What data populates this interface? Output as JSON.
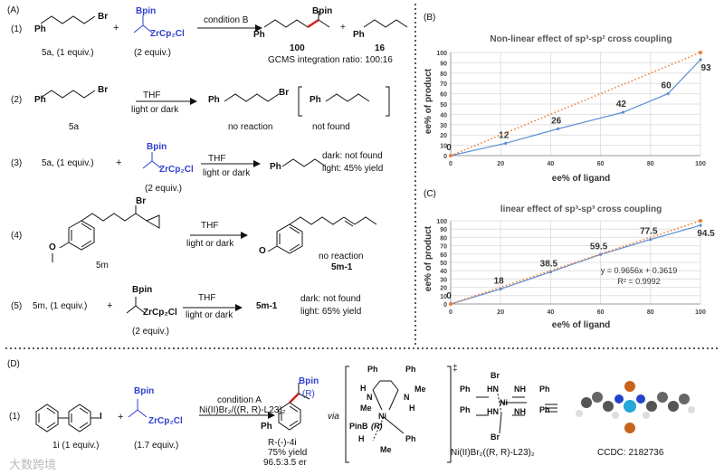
{
  "panels": {
    "A": "(A)",
    "B": "(B)",
    "C": "(C)",
    "D": "(D)"
  },
  "rxn1": {
    "num": "(1)",
    "ph": "Ph",
    "br": "Br",
    "sm": "5a, (1 equiv.)",
    "plus": "+",
    "bpin": "Bpin",
    "zr": "ZrCp₂Cl",
    "zr_equiv": "(2 equiv.)",
    "condition": "condition B",
    "prod_bpin": "Bpin",
    "prod_ph": "Ph",
    "plus2": "+",
    "prod2_ph": "Ph",
    "ratio_a": "100",
    "ratio_b": "16",
    "gcms": "GCMS integration ratio: 100:16"
  },
  "rxn2": {
    "num": "(2)",
    "ph": "Ph",
    "br": "Br",
    "sm": "5a",
    "cond_top": "THF",
    "cond_bottom": "light or dark",
    "prod_ph": "Ph",
    "prod_br": "Br",
    "prod_label": "no reaction",
    "alt_ph": "Ph",
    "alt_label": "not found"
  },
  "rxn3": {
    "num": "(3)",
    "sm": "5a, (1 equiv.)",
    "plus": "+",
    "bpin": "Bpin",
    "zr": "ZrCp₂Cl",
    "equiv": "(2 equiv.)",
    "cond_top": "THF",
    "cond_bottom": "light or dark",
    "prod_ph": "Ph",
    "result1": "dark: not found",
    "result2": "light: 45% yield"
  },
  "rxn4": {
    "num": "(4)",
    "br": "Br",
    "ome": "O",
    "sm": "5m",
    "cond_top": "THF",
    "cond_bottom": "light or dark",
    "prod_ome": "O",
    "prod_label": "no reaction",
    "prod_id": "5m-1"
  },
  "rxn5": {
    "num": "(5)",
    "sm": "5m,  (1 equiv.)",
    "plus": "+",
    "bpin": "Bpin",
    "zr": "ZrCp₂Cl",
    "equiv": "(2 equiv.)",
    "cond_top": "THF",
    "cond_bottom": "light or dark",
    "prod": "5m-1",
    "result1": "dark: not found",
    "result2": "light: 65% yield"
  },
  "rxnD": {
    "num": "(1)",
    "i": "I",
    "sm": "1i (1 equiv.)",
    "plus": "+",
    "bpin": "Bpin",
    "zr": "ZrCp₂Cl",
    "equiv": "(1.7 equiv.)",
    "cond_top": "condition A",
    "cond_bottom": "Ni(II)Br₂/((R, R)-L23)₂",
    "prod_bpin": "Bpin",
    "prod_r": "(R)",
    "prod_ph": "Ph",
    "prod_id": "R-(-)-4i",
    "yield": "75% yield",
    "er": "96.5:3.5 er",
    "via": "via",
    "dagger": "‡",
    "ts_ph1": "Ph",
    "ts_ph2": "Ph",
    "ts_h1": "H",
    "ts_n1": "N",
    "ts_n2": "N",
    "ts_me1": "Me",
    "ts_me2": "Me",
    "ts_h2": "H",
    "ts_ni": "Ni",
    "ts_pinb": "PinB",
    "ts_r": "(R)",
    "ts_h3": "H",
    "ts_me3": "Me",
    "ts_ph3": "Ph",
    "cx_ph": [
      "Ph",
      "Ph",
      "Ph",
      "Ph"
    ],
    "cx_hn": [
      "HN",
      "HN",
      "NH",
      "NH"
    ],
    "cx_br": [
      "Br",
      "Br"
    ],
    "cx_ni": "Ni",
    "complex_label": "Ni(II)Br₂((R, R)-L23)₂",
    "ccdc": "CCDC: 2182736"
  },
  "watermark": "大数跨境",
  "chart_data": [
    {
      "type": "line",
      "title": "Non-linear effect of sp³-sp² cross coupling",
      "xlabel": "ee% of ligand",
      "ylabel": "ee% of product",
      "xlim": [
        0,
        100
      ],
      "ylim": [
        0,
        100
      ],
      "xticks": [
        0,
        20,
        40,
        60,
        80,
        100
      ],
      "yticks": [
        0,
        10,
        20,
        30,
        40,
        50,
        60,
        70,
        80,
        90,
        100
      ],
      "grid": true,
      "series": [
        {
          "x": [
            0,
            22,
            43,
            69,
            87,
            100
          ],
          "values": [
            0,
            12,
            26,
            42,
            60,
            93
          ],
          "color": "#5b8fd4",
          "labels": [
            "0",
            "12",
            "26",
            "42",
            "60",
            "93"
          ]
        },
        {
          "x": [
            0,
            100
          ],
          "values": [
            0,
            100
          ],
          "color": "#ed7d31",
          "style": "dotted"
        }
      ]
    },
    {
      "type": "line",
      "title": "linear effect of sp³-sp³ cross coupling",
      "xlabel": "ee% of ligand",
      "ylabel": "ee% of product",
      "xlim": [
        0,
        100
      ],
      "ylim": [
        0,
        100
      ],
      "xticks": [
        0,
        20,
        40,
        60,
        80,
        100
      ],
      "yticks": [
        0,
        10,
        20,
        30,
        40,
        50,
        60,
        70,
        80,
        90,
        100
      ],
      "grid": true,
      "series": [
        {
          "x": [
            0,
            20,
            40,
            60,
            80,
            100
          ],
          "values": [
            0,
            18,
            38.5,
            59.5,
            77.5,
            94.5
          ],
          "color": "#5b8fd4",
          "labels": [
            "0",
            "18",
            "38.5",
            "59.5",
            "77.5",
            "94.5"
          ]
        },
        {
          "x": [
            0,
            100
          ],
          "values": [
            0,
            100
          ],
          "color": "#ed7d31",
          "style": "dotted"
        }
      ],
      "annotations": [
        "y = 0.9656x + 0.3619",
        "R² = 0.9992"
      ]
    }
  ]
}
